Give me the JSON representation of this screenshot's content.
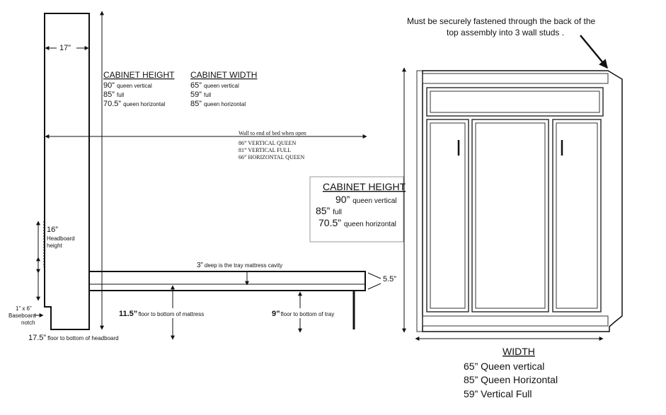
{
  "side_view": {
    "depth_label": "17”",
    "cabinet_height": {
      "title": "CABINET HEIGHT",
      "rows": [
        {
          "value": "90”",
          "desc": "queen vertical"
        },
        {
          "value": "85”",
          "desc": "full"
        },
        {
          "value": "70.5”",
          "desc": "queen horizontal"
        }
      ]
    },
    "cabinet_width": {
      "title": "CABINET WIDTH",
      "rows": [
        {
          "value": "65”",
          "desc": "queen vertical"
        },
        {
          "value": "59”",
          "desc": "full"
        },
        {
          "value": "85”",
          "desc": "queen horizontal"
        }
      ]
    },
    "wall_to_end": {
      "title": "Wall to end of bed when open",
      "lines": [
        "86” VERTICAL QUEEN",
        "81” VERTICAL FULL",
        "66” HORIZONTAL QUEEN"
      ]
    },
    "headboard": {
      "value": "16”",
      "line1": "Headboard",
      "line2": "height"
    },
    "baseboard": {
      "line1": "1” x 6”",
      "line2": "Baseboard",
      "line3": "notch"
    },
    "floor_to_headboard": {
      "value": "17.5”",
      "desc": "floor to bottom of headboard"
    },
    "tray_depth": {
      "value": "3”",
      "desc": "deep is the tray mattress cavity"
    },
    "tray_height": "5.5”",
    "floor_to_mattress": {
      "value": "11.5”",
      "desc": "floor to bottom of mattress"
    },
    "floor_to_tray": {
      "value": "9”",
      "desc": "floor to bottom of tray"
    }
  },
  "front_view": {
    "note_line1": "Must be securely fastened through the  back of the",
    "note_line2": "top assembly into 3 wall studs .",
    "cabinet_height": {
      "title": "CABINET HEIGHT",
      "rows": [
        {
          "value": "90”",
          "desc": "queen vertical"
        },
        {
          "value": "85”",
          "desc": "full"
        },
        {
          "value": "70.5”",
          "desc": "queen horizontal"
        }
      ]
    },
    "width": {
      "title": "WIDTH",
      "rows": [
        "65” Queen vertical",
        "85” Queen Horizontal",
        "59” Vertical Full"
      ]
    }
  }
}
